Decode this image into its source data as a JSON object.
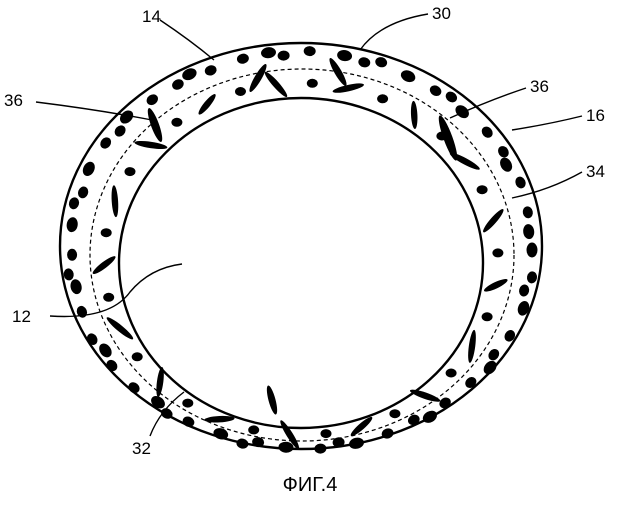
{
  "figure": {
    "caption": "ФИГ.4",
    "labels": {
      "l14": "14",
      "l30": "30",
      "l36_left": "36",
      "l36_right": "36",
      "l16": "16",
      "l34": "34",
      "l12": "12",
      "l32": "32"
    }
  },
  "colors": {
    "ink": "#000000",
    "paper": "#ffffff"
  }
}
